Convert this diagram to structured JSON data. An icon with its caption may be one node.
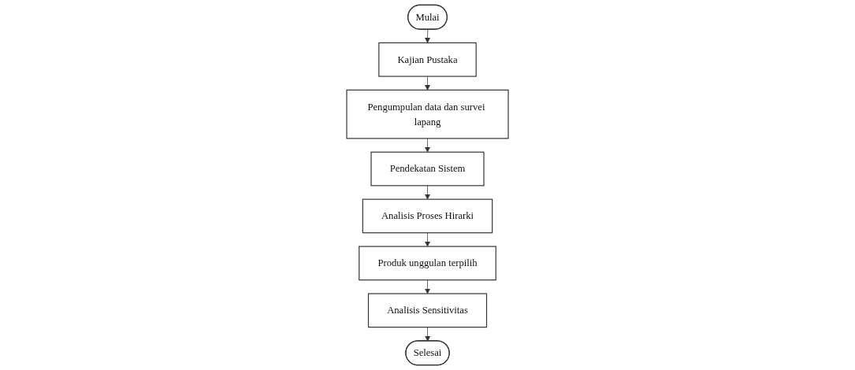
{
  "diagram": {
    "nodes": [
      {
        "text": [
          "Mulai"
        ]
      },
      {
        "text": [
          "Kajian Pustaka"
        ]
      },
      {
        "text": [
          "Pengumpulan data dan survei lapang"
        ]
      },
      {
        "text": [
          "Pendekatan Sistem"
        ]
      },
      {
        "text": [
          "Analisis Proses Hirarki"
        ]
      },
      {
        "text": [
          "Produk unggulan terpilih"
        ]
      },
      {
        "text": [
          "Analisis Sensitivitas"
        ]
      },
      {
        "text": [
          "Selesai"
        ]
      }
    ],
    "edges": [
      {
        "from": 0,
        "to": 1,
        "arrow": "to"
      },
      {
        "from": 1,
        "to": 2,
        "arrow": "to"
      },
      {
        "from": 2,
        "to": 3,
        "arrow": "to"
      },
      {
        "from": 3,
        "to": 4,
        "arrow": "to"
      },
      {
        "from": 4,
        "to": 5,
        "arrow": "to"
      },
      {
        "from": 5,
        "to": 6,
        "arrow": "to"
      },
      {
        "from": 6,
        "to": 7,
        "arrow": "to"
      }
    ]
  }
}
